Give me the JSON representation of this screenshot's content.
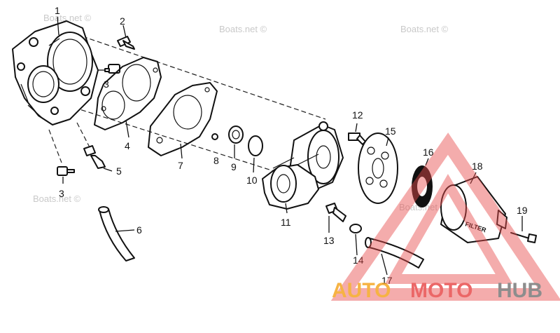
{
  "watermark": {
    "text": "Boats.net ©"
  },
  "parts": [
    {
      "number": "1"
    },
    {
      "number": "2"
    },
    {
      "number": "3"
    },
    {
      "number": "3"
    },
    {
      "number": "4"
    },
    {
      "number": "5"
    },
    {
      "number": "6"
    },
    {
      "number": "7"
    },
    {
      "number": "8"
    },
    {
      "number": "9"
    },
    {
      "number": "10"
    },
    {
      "number": "11"
    },
    {
      "number": "12"
    },
    {
      "number": "13"
    },
    {
      "number": "14"
    },
    {
      "number": "15"
    },
    {
      "number": "16"
    },
    {
      "number": "17"
    },
    {
      "number": "18"
    },
    {
      "number": "19"
    }
  ],
  "filter_text": "FILTER",
  "logo": {
    "part1": "AUTO",
    "part2": "MOTO",
    "part3": "HUB",
    "color_orange": "#f5a623",
    "color_red": "#e84d4d",
    "color_gray": "#7a7a7a"
  }
}
